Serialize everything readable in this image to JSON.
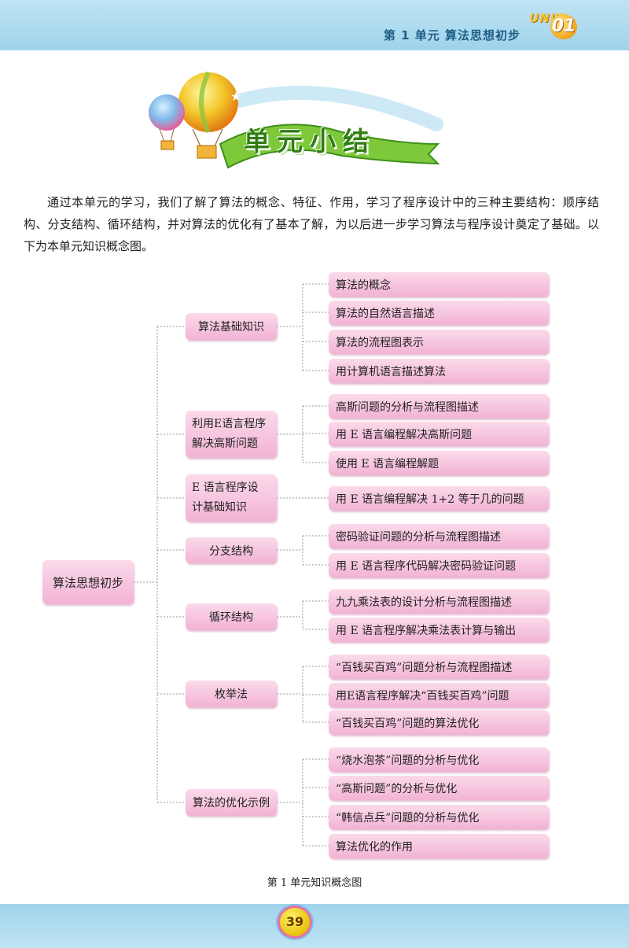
{
  "header": {
    "title": "第 1 单元   算法思想初步",
    "unit_word": "UNIT",
    "unit_number": "01"
  },
  "banner": {
    "title": "单元小结"
  },
  "intro": "通过本单元的学习，我们了解了算法的概念、特征、作用，学习了程序设计中的三种主要结构：顺序结构、分支结构、循环结构，并对算法的优化有了基本了解，为以后进一步学习算法与程序设计奠定了基础。以下为本单元知识概念图。",
  "concept_map": {
    "root": "算法思想初步",
    "branches": [
      {
        "label": "算法基础知识",
        "leaves": [
          "算法的概念",
          "算法的自然语言描述",
          "算法的流程图表示",
          "用计算机语言描述算法"
        ]
      },
      {
        "label_lines": [
          "利用E语言程序",
          "解决高斯问题"
        ],
        "leaves": [
          "高斯问题的分析与流程图描述",
          "用 E 语言编程解决高斯问题",
          "使用 E 语言编程解题"
        ]
      },
      {
        "label_lines": [
          "E 语言程序设",
          "计基础知识"
        ],
        "leaves": [
          "用 E 语言编程解决 1+2 等于几的问题"
        ]
      },
      {
        "label": "分支结构",
        "leaves": [
          "密码验证问题的分析与流程图描述",
          "用 E 语言程序代码解决密码验证问题"
        ]
      },
      {
        "label": "循环结构",
        "leaves": [
          "九九乘法表的设计分析与流程图描述",
          "用 E 语言程序解决乘法表计算与输出"
        ]
      },
      {
        "label": "枚举法",
        "leaves": [
          "“百钱买百鸡”问题分析与流程图描述",
          "用E语言程序解决“百钱买百鸡”问题",
          "“百钱买百鸡”问题的算法优化"
        ]
      },
      {
        "label": "算法的优化示例",
        "leaves": [
          "“烧水泡茶”问题的分析与优化",
          "“高斯问题”的分析与优化",
          "“韩信点兵”问题的分析与优化",
          "算法优化的作用"
        ]
      }
    ],
    "caption": "第 1 单元知识概念图"
  },
  "footer": {
    "page_number": "39"
  },
  "colors": {
    "node_pink": "#f2b3d4",
    "header_blue": "#9fd3ea",
    "title_green": "#2f7d12"
  }
}
